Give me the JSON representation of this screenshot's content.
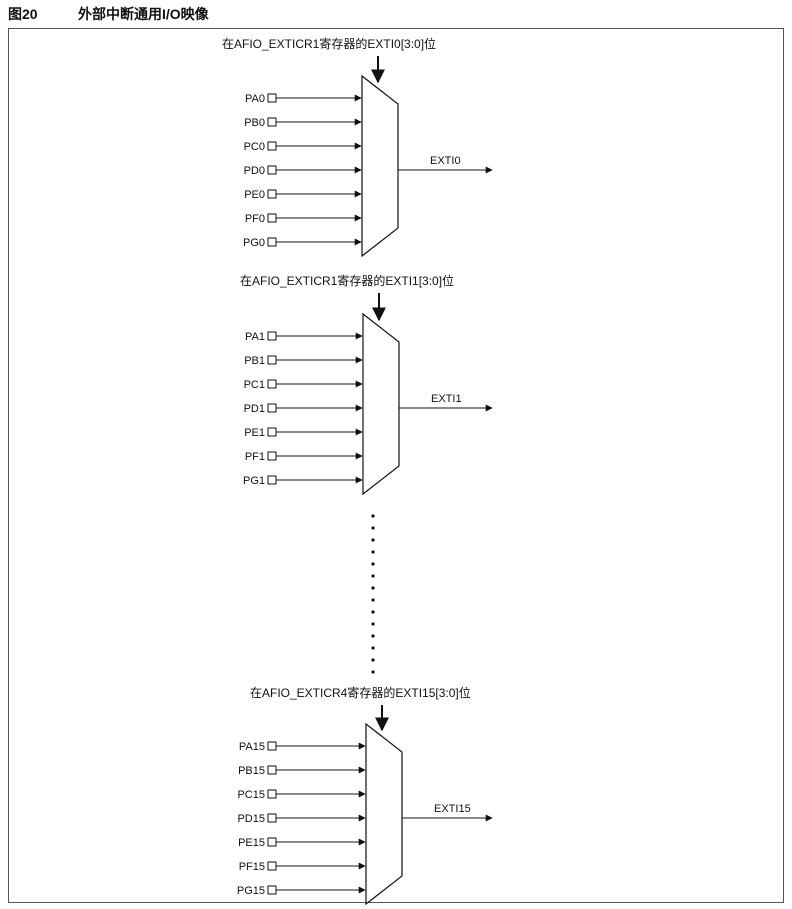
{
  "caption": {
    "number": "图20",
    "title": "外部中断通用I/O映像"
  },
  "blocks": [
    {
      "select_label": "在AFIO_EXTICR1寄存器的EXTI0[3:0]位",
      "inputs": [
        "PA0",
        "PB0",
        "PC0",
        "PD0",
        "PE0",
        "PF0",
        "PG0"
      ],
      "output": "EXTI0"
    },
    {
      "select_label": "在AFIO_EXTICR1寄存器的EXTI1[3:0]位",
      "inputs": [
        "PA1",
        "PB1",
        "PC1",
        "PD1",
        "PE1",
        "PF1",
        "PG1"
      ],
      "output": "EXTI1"
    },
    {
      "select_label": "在AFIO_EXTICR4寄存器的EXTI15[3:0]位",
      "inputs": [
        "PA15",
        "PB15",
        "PC15",
        "PD15",
        "PE15",
        "PF15",
        "PG15"
      ],
      "output": "EXTI15"
    }
  ]
}
